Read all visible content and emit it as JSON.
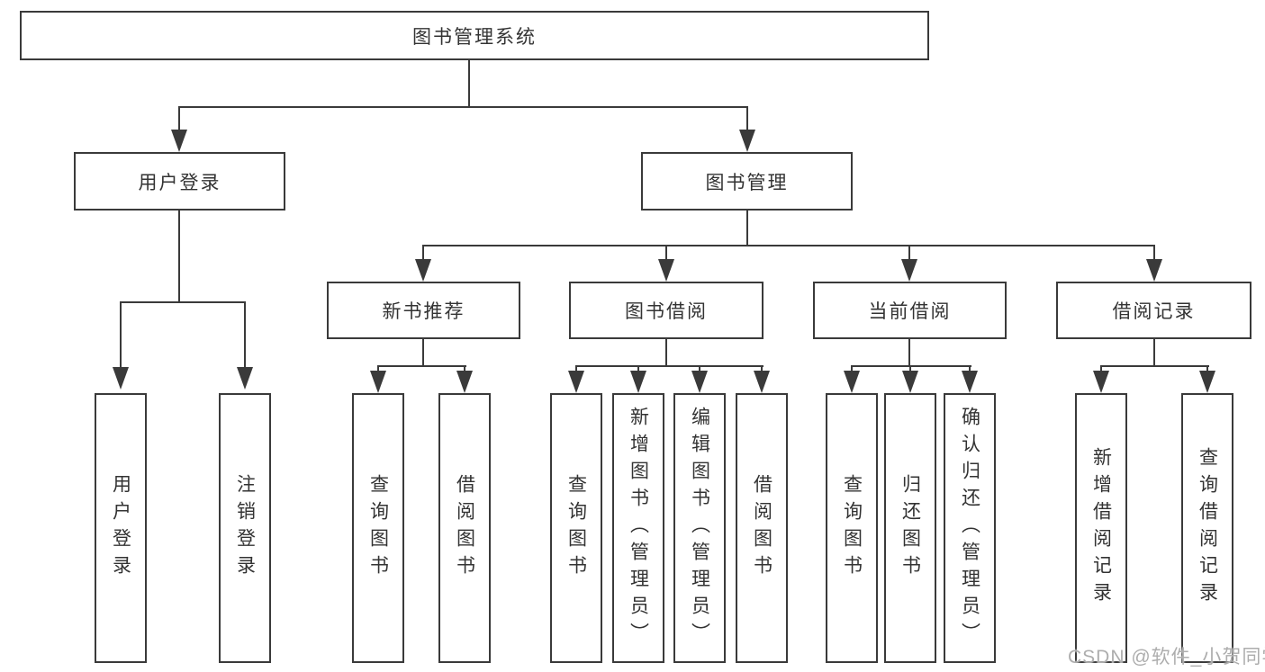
{
  "colors": {
    "line": "#3a3a3a",
    "text": "#333333",
    "background": "#ffffff",
    "watermark": "#adadad"
  },
  "tree": {
    "root": {
      "label": "图书管理系统"
    },
    "branches": [
      {
        "label": "用户登录",
        "children": [
          {
            "label": "用户登录"
          },
          {
            "label": "注销登录"
          }
        ]
      },
      {
        "label": "图书管理",
        "children": [
          {
            "label": "新书推荐",
            "children": [
              {
                "label": "查询图书"
              },
              {
                "label": "借阅图书"
              }
            ]
          },
          {
            "label": "图书借阅",
            "children": [
              {
                "label": "查询图书"
              },
              {
                "label": "新增图书（管理员）"
              },
              {
                "label": "编辑图书（管理员）"
              },
              {
                "label": "借阅图书"
              }
            ]
          },
          {
            "label": "当前借阅",
            "children": [
              {
                "label": "查询图书"
              },
              {
                "label": "归还图书"
              },
              {
                "label": "确认归还（管理员）"
              }
            ]
          },
          {
            "label": "借阅记录",
            "children": [
              {
                "label": "新增借阅记录"
              },
              {
                "label": "查询借阅记录"
              }
            ]
          }
        ]
      }
    ]
  },
  "watermark": {
    "text": "CSDN @软件_小贺同学"
  }
}
